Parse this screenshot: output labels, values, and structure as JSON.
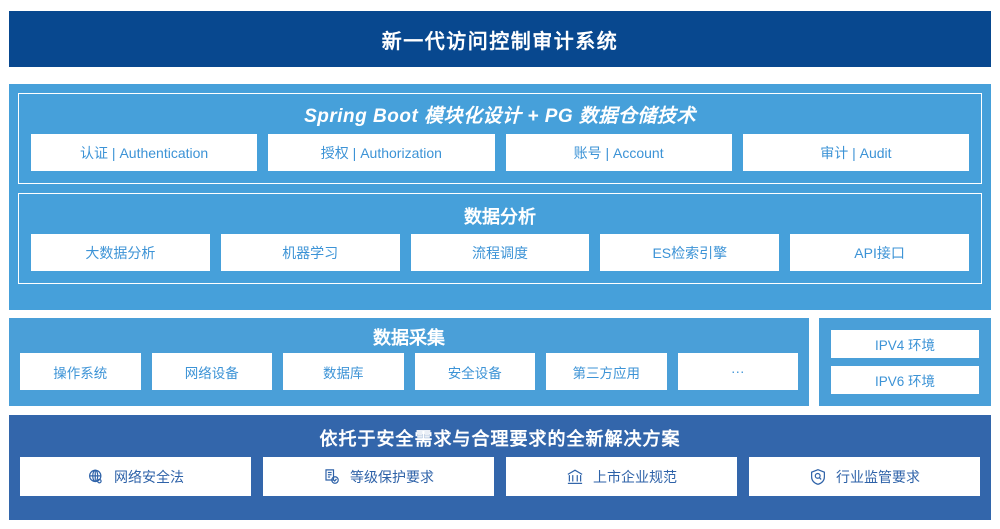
{
  "header": {
    "title": "新一代访问控制审计系统"
  },
  "platform": {
    "tech": {
      "title": "Spring Boot 模块化设计 + PG 数据仓储技术",
      "items": [
        {
          "label": "认证 | Authentication"
        },
        {
          "label": "授权 | Authorization"
        },
        {
          "label": "账号 | Account"
        },
        {
          "label": "审计 | Audit"
        }
      ]
    },
    "analysis": {
      "title": "数据分析",
      "items": [
        {
          "label": "大数据分析"
        },
        {
          "label": "机器学习"
        },
        {
          "label": "流程调度"
        },
        {
          "label": "ES检索引擎"
        },
        {
          "label": "API接口"
        }
      ]
    }
  },
  "collection": {
    "title": "数据采集",
    "items": [
      {
        "label": "操作系统"
      },
      {
        "label": "网络设备"
      },
      {
        "label": "数据库"
      },
      {
        "label": "安全设备"
      },
      {
        "label": "第三方应用"
      },
      {
        "label": "···"
      }
    ]
  },
  "environment": {
    "items": [
      {
        "label": "IPV4 环境"
      },
      {
        "label": "IPV6 环境"
      }
    ]
  },
  "solution": {
    "title": "依托于安全需求与合理要求的全新解决方案",
    "items": [
      {
        "label": "网络安全法",
        "icon": "globe-icon"
      },
      {
        "label": "等级保护要求",
        "icon": "document-check-icon"
      },
      {
        "label": "上市企业规范",
        "icon": "bank-building-icon"
      },
      {
        "label": "行业监管要求",
        "icon": "shield-search-icon"
      }
    ]
  },
  "colors": {
    "header_navy": "#08488f",
    "panel_light_blue": "#46a0da",
    "panel_medium_blue": "#3366ab",
    "chip_text_blue": "#3c93d6",
    "solution_text_blue": "#2e62a8",
    "chip_background": "#ffffff"
  }
}
